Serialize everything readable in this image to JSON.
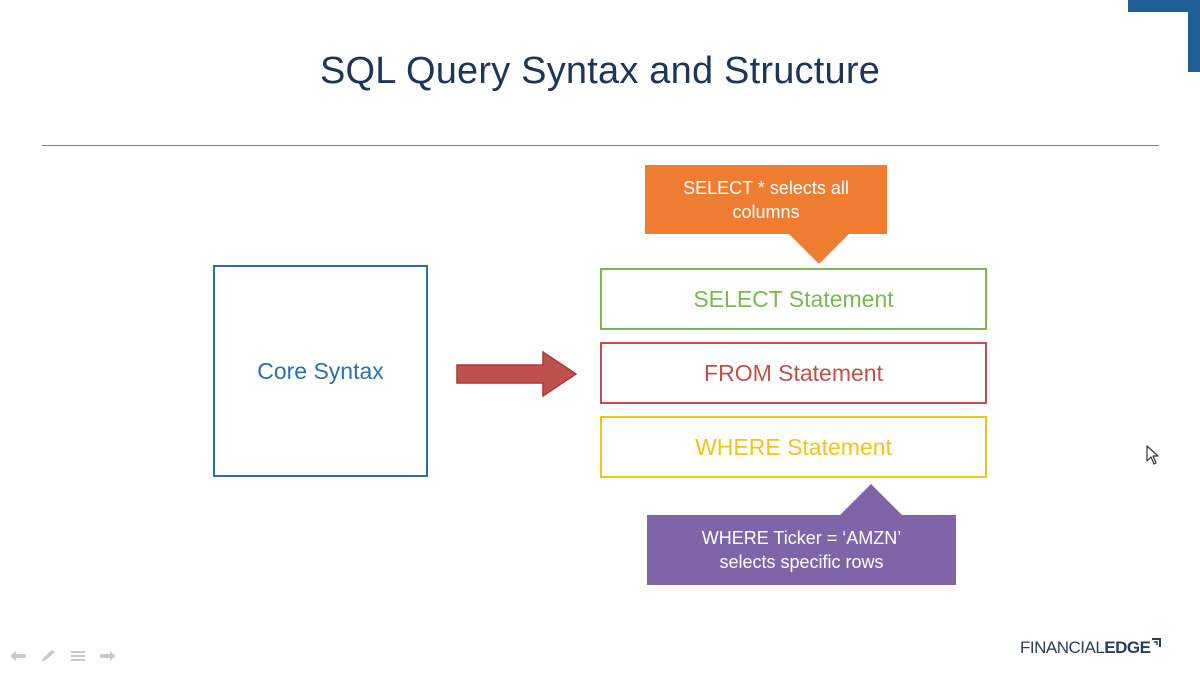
{
  "slide": {
    "title": "SQL Query Syntax and Structure"
  },
  "diagram": {
    "core_box_label": "Core Syntax",
    "statements": {
      "select": "SELECT Statement",
      "from": "FROM Statement",
      "where": "WHERE Statement"
    },
    "callouts": {
      "select_note_line1": "SELECT * selects all",
      "select_note_line2": "columns",
      "where_note_line1": "WHERE Ticker = ‘AMZN’",
      "where_note_line2": "selects specific rows"
    }
  },
  "logo": {
    "part1": "FINANCIAL",
    "part2": "EDGE"
  },
  "icons": {
    "corner": "corner-accent-icon",
    "arrow": "right-arrow-icon",
    "cursor": "mouse-pointer-icon",
    "nav_prev": "previous-slide-icon",
    "nav_pen": "pen-icon",
    "nav_menu": "menu-icon",
    "nav_next": "next-slide-icon"
  },
  "colors": {
    "title": "#1f3557",
    "core": "#2f6ea8",
    "select": "#79b94f",
    "from": "#c0504d",
    "where": "#f0c418",
    "orange_callout": "#ee7d31",
    "purple_callout": "#8064a8",
    "arrow": "#c0504d"
  }
}
